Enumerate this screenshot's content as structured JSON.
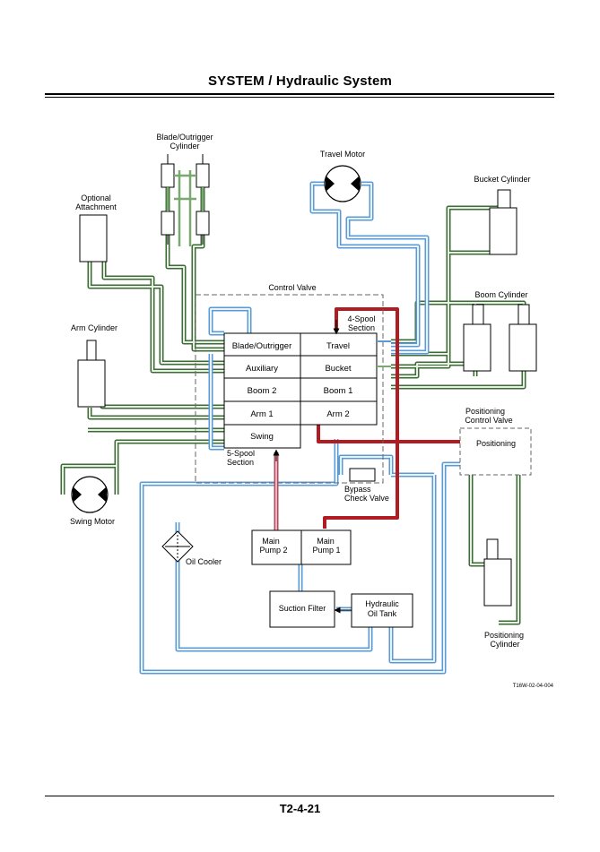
{
  "page": {
    "title": "SYSTEM / Hydraulic System",
    "page_number": "T2-4-21",
    "figure_code": "T16W-02-04-004"
  },
  "labels": {
    "blade_cyl": [
      "Blade/Outrigger",
      "Cylinder"
    ],
    "travel_motor": "Travel Motor",
    "bucket_cyl": "Bucket Cylinder",
    "optional": [
      "Optional",
      "Attachment"
    ],
    "boom_cyl": "Boom Cylinder",
    "arm_cyl": "Arm Cylinder",
    "control_valve": "Control Valve",
    "four_spool": [
      "4-Spool",
      "Section"
    ],
    "five_spool": [
      "5-Spool",
      "Section"
    ],
    "positioning_cv": [
      "Positioning",
      "Control Valve"
    ],
    "positioning_box": "Positioning",
    "swing_motor": "Swing Motor",
    "bypass": [
      "Bypass",
      "Check Valve"
    ],
    "oil_cooler": "Oil Cooler",
    "pump2": [
      "Main",
      "Pump 2"
    ],
    "pump1": [
      "Main",
      "Pump 1"
    ],
    "suction_filter": "Suction Filter",
    "tank": [
      "Hydraulic",
      "Oil Tank"
    ],
    "positioning_cyl": [
      "Positioning",
      "Cylinder"
    ]
  },
  "spools_left": [
    "Blade/Outrigger",
    "Auxiliary",
    "Boom 2",
    "Arm 1",
    "Swing"
  ],
  "spools_right": [
    "Travel",
    "Bucket",
    "Boom 1",
    "Arm 2"
  ],
  "colors": {
    "return_line": "#5b9bd5",
    "work_line": "#7aa870",
    "pressure_line": "#b01c22",
    "pilot_line": "#e67a8e"
  }
}
